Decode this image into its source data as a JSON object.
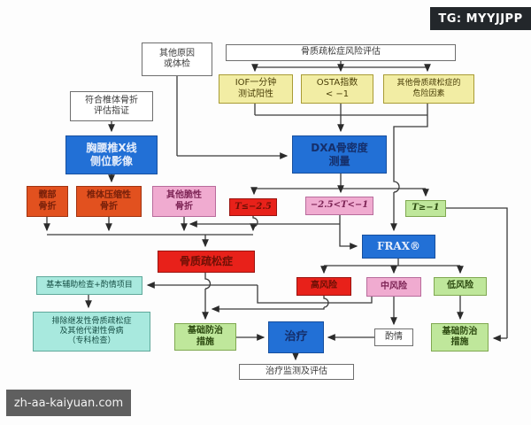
{
  "badges": {
    "tg": "TG: MYYJJPP",
    "watermark": "zh-aa-kaiyuan.com"
  },
  "nodes": {
    "other_cause": "其他原因\n或体检",
    "risk_assessment": "骨质疏松症风险评估",
    "iof": "IOF一分钟\n测试阳性",
    "osta": "OSTA指数\n< −1",
    "other_risk": "其他骨质疏松症的\n危险因素",
    "vertebral_indication": "符合椎体骨折\n评估指证",
    "xray": "胸腰椎X线\n侧位影像",
    "dxa": "DXA骨密度\n测量",
    "hip_fracture": "髋部\n骨折",
    "vertebral_fracture": "椎体压缩性\n骨折",
    "other_fragility": "其他脆性\n骨折",
    "t_low": "T≤−2.5",
    "t_mid": "−2.5<T<−1",
    "t_high": "T≥−1",
    "frax": "FRAX®",
    "osteoporosis": "骨质疏松症",
    "high_risk": "高风险",
    "mid_risk": "中风险",
    "low_risk": "低风险",
    "basic_exam": "基本辅助检查+酌情项目",
    "exclude_secondary": "排除继发性骨质疏松症\n及其他代谢性骨病\n（专科检查）",
    "basic_measures_left": "基础防治\n措施",
    "treatment": "治疗",
    "discretion": "酌情",
    "basic_measures_right": "基础防治\n措施",
    "monitoring": "治疗监测及评估"
  },
  "colors": {
    "accent_blue": "#2270d6",
    "alert_red": "#e8211a",
    "warn_orange": "#e2511f",
    "soft_pink": "#f0abd0",
    "ok_green": "#bfe79b",
    "note_yellow": "#f2eda4",
    "aux_cyan": "#a8e9de"
  }
}
